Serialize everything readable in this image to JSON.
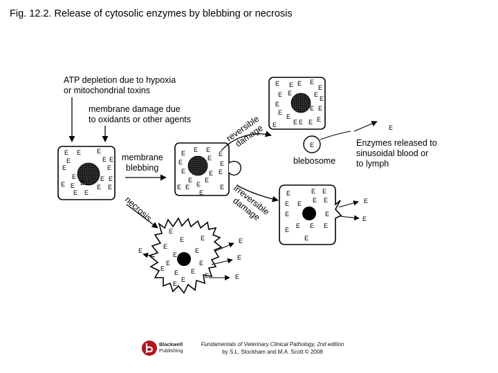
{
  "title": "Fig. 12.2. Release of cytosolic enzymes by blebbing or necrosis",
  "labels": {
    "atp_line1": "ATP depletion due to hypoxia",
    "atp_line2": "or mitochondrial toxins",
    "membrane_damage_line1": "membrane damage due",
    "membrane_damage_line2": "to oxidants or other agents",
    "membrane_blebbing_line1": "membrane",
    "membrane_blebbing_line2": "blebbing",
    "reversible": "reversible",
    "damage_rev": "damage",
    "irreversible": "irreversible",
    "damage_irr": "damage",
    "necrosis": "necrosis",
    "blebosome": "blebosome",
    "enzymes_line1": "Enzymes released to",
    "enzymes_line2": "sinusoidal blood or",
    "enzymes_line3": "to lymph"
  },
  "enzyme_letter": "E",
  "footer": {
    "publisher_line1": "Blackwell",
    "publisher_line2": "Publishing",
    "citation_line1": "Fundamentals of Veterinary Clinical Pathology, 2nd edition",
    "citation_line2": "by S.L. Stockham and M.A. Scott © 2008"
  },
  "colors": {
    "ink": "#000000",
    "nucleus": "#111111",
    "logo_red": "#b5121b"
  }
}
